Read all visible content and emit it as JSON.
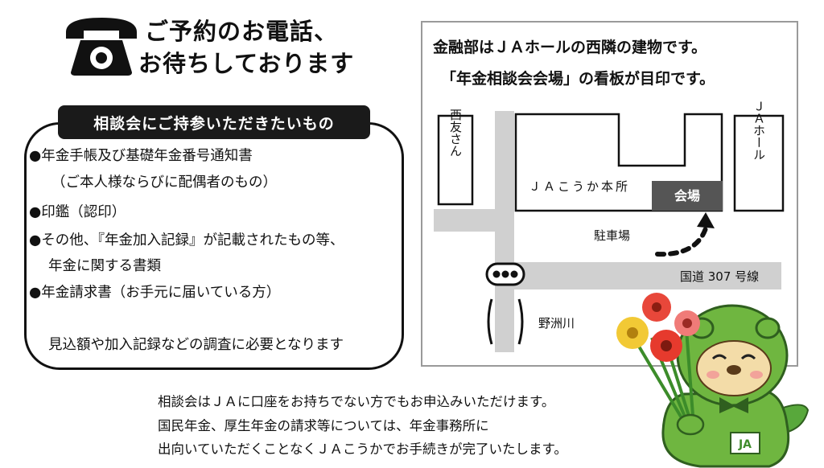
{
  "header": {
    "line1": "ご予約のお電話、",
    "line2": "お待ちしております",
    "icon": "telephone-icon"
  },
  "bring_list": {
    "title": "相談会にご持参いただきたいもの",
    "items": [
      "●年金手帳及び基礎年金番号通知書",
      "（ご本人様ならびに配偶者のもの）",
      "●印鑑（認印）",
      "●その他、『年金加入記録』が記載されたもの等、",
      "年金に関する書類",
      "●年金請求書（お手元に届いている方）"
    ],
    "note": "見込額や加入記録などの調査に必要となります"
  },
  "map": {
    "title_line1": "金融部はＪＡホールの西隣の建物です。",
    "title_line2": "「年金相談会会場」の看板が目印です。",
    "labels": {
      "nishitomo": "西友さん",
      "ja_hall": "ＪＡホール",
      "ja_koka": "ＪＡこうか本所",
      "venue": "会場",
      "parking": "駐車場",
      "route": "国道 307 号線",
      "river": "野洲川"
    },
    "colors": {
      "road": "#d0d0d0",
      "venue": "#555555"
    }
  },
  "footer": {
    "line1": "相談会はＪＡに口座をお持ちでない方でもお申込みいただけます。",
    "line2": "国民年金、厚生年金の請求等については、年金事務所に",
    "line3": "出向いていただくことなくＪＡこうかでお手続きが完了いたします。"
  },
  "mascot": {
    "icon": "mascot-with-flowers",
    "emblem": "JA"
  }
}
